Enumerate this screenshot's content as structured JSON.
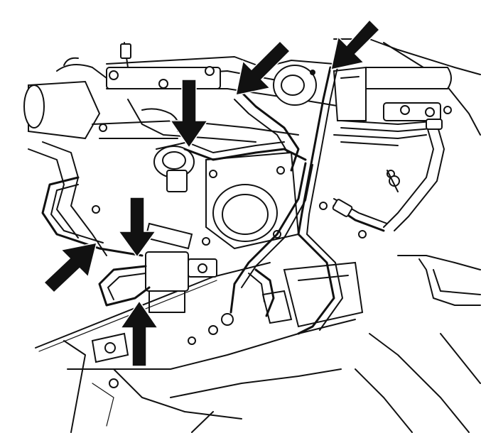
{
  "image": {
    "width": 677,
    "height": 610,
    "background": "#ffffff",
    "line_color": "#111111"
  },
  "callout_arrows": [
    {
      "id": "arrow-upper-left-center",
      "dir": "down"
    },
    {
      "id": "arrow-top-center",
      "dir": "down-left"
    },
    {
      "id": "arrow-top-right",
      "dir": "down-left"
    },
    {
      "id": "arrow-mid-left",
      "dir": "down"
    },
    {
      "id": "arrow-left",
      "dir": "up-right"
    },
    {
      "id": "arrow-bottom-left",
      "dir": "up"
    }
  ]
}
